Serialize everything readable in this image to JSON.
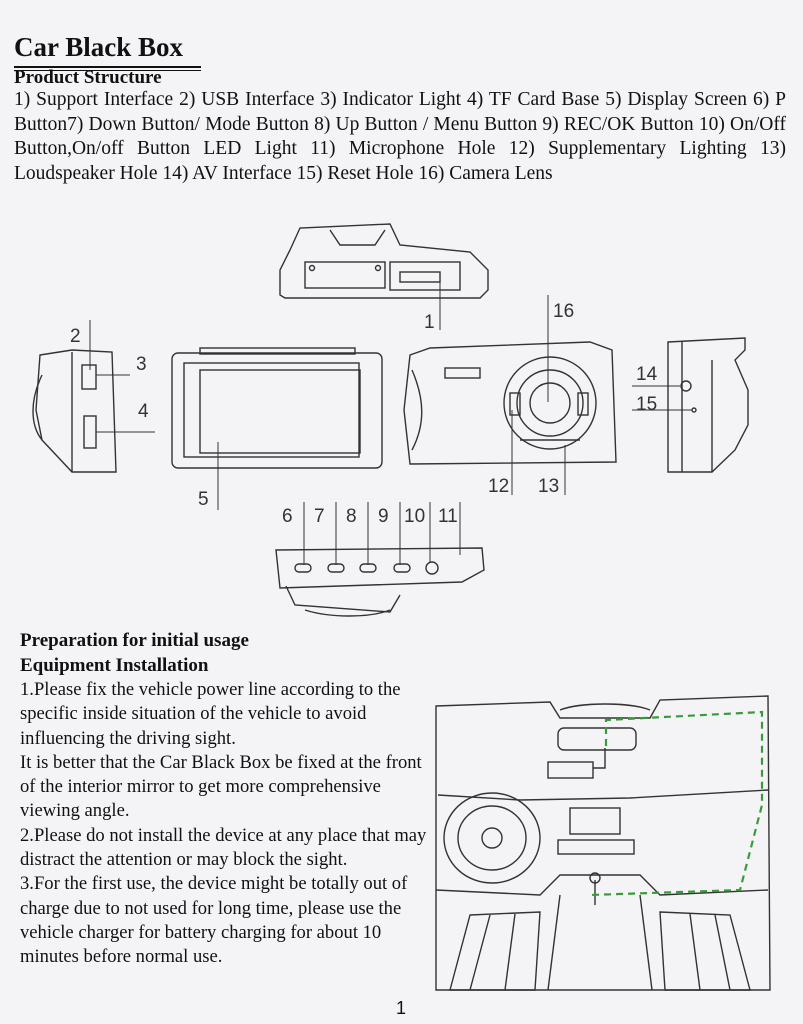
{
  "header": {
    "title": "Car Black Box",
    "subtitle": "Product Structure"
  },
  "structure_text": "1) Support Interface 2) USB Interface 3) Indicator Light 4) TF Card Base 5) Display Screen 6) P Button7) Down Button/ Mode Button 8) Up Button / Menu Button 9) REC/OK Button 10) On/Off Button,On/off Button LED Light 11) Microphone Hole 12) Supplementary Lighting 13) Loudspeaker Hole 14) AV Interface 15) Reset Hole 16) Camera Lens",
  "diagram_labels": {
    "l1": "1",
    "l2": "2",
    "l3": "3",
    "l4": "4",
    "l5": "5",
    "l6": "6",
    "l7": "7",
    "l8": "8",
    "l9": "9",
    "l10": "10",
    "l11": "11",
    "l12": "12",
    "l13": "13",
    "l14": "14",
    "l15": "15",
    "l16": "16"
  },
  "preparation": {
    "heading": "Preparation for initial usage",
    "subheading": "Equipment Installation",
    "step1a": "1.Please fix the vehicle power line according to the specific inside situation of the vehicle to avoid influencing the driving sight.",
    "step1b": "It is better that the Car Black Box be fixed at the front of the interior mirror to get more comprehensive viewing angle.",
    "step2": "2.Please do not install the device at any place that may distract the attention or may block the sight.",
    "step3": "3.For the first use, the device might be totally out of charge due to not used for long time, please use the vehicle charger for battery charging for about 10 minutes before normal use."
  },
  "footer": {
    "page_number": "1"
  },
  "colors": {
    "cable_green": "#3a9a3a",
    "line": "#333333"
  }
}
